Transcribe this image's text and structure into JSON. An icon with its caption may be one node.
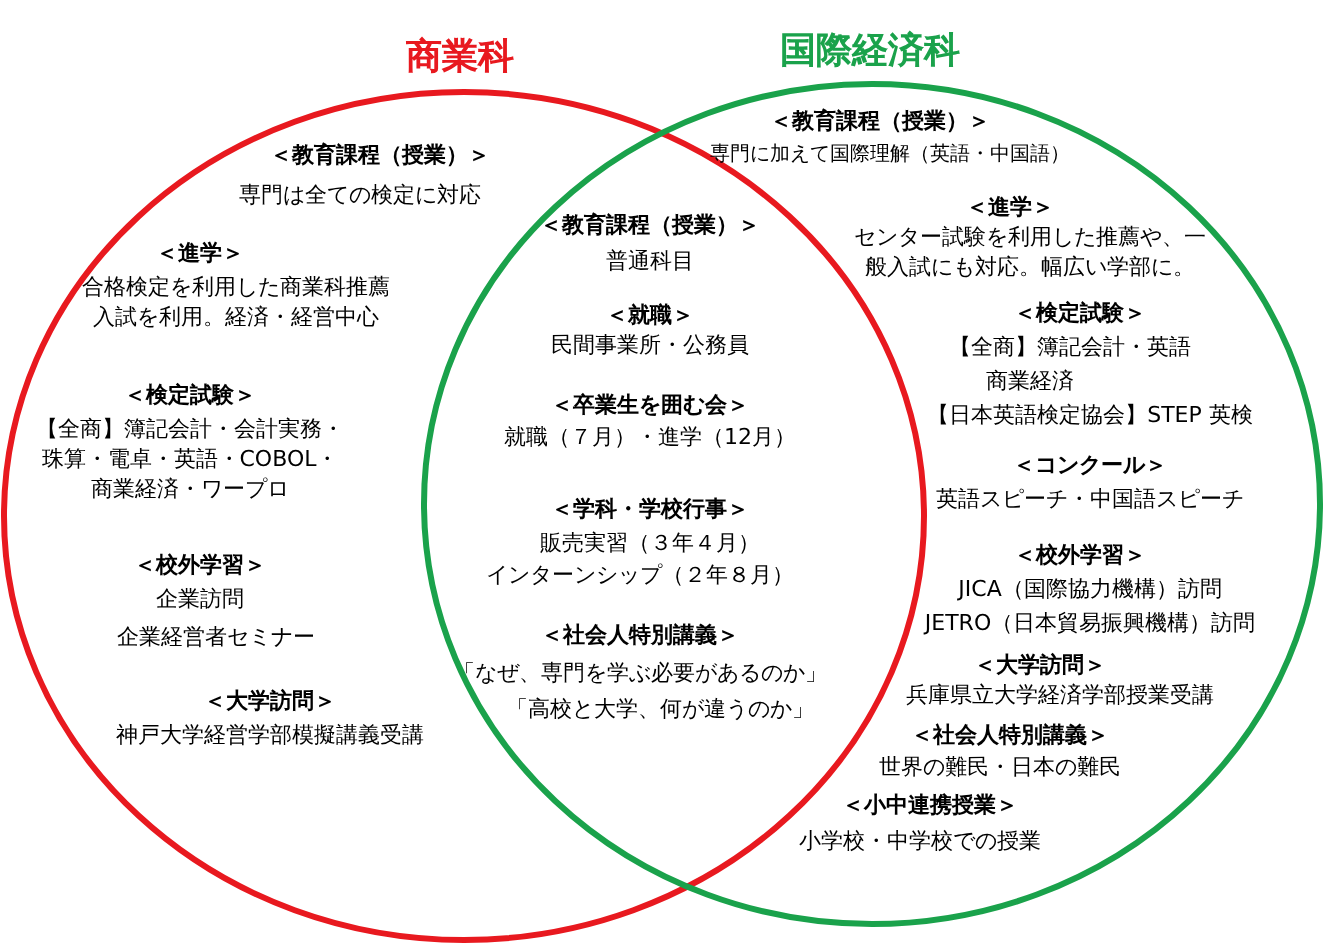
{
  "diagram": {
    "nodes": [
      {
        "text": [
          "商業科"
        ]
      },
      {
        "text": [
          "国際経済科"
        ]
      }
    ],
    "labels": [
      "＜教育課程（授業）＞",
      "専門は全ての検定に対応",
      "＜進学＞",
      "合格検定を利用した商業科推薦入試を利用。経済・経営中心",
      "＜検定試験＞",
      "【全商】簿記会計・会計実務・珠算・電卓・英語・COBOL・商業経済・ワープロ",
      "＜校外学習＞",
      "企業訪問",
      "企業経営者セミナー",
      "＜大学訪問＞",
      "神戸大学経営学部模擬講義受講",
      "＜教育課程（授業）＞",
      "普通科目",
      "＜就職＞",
      "民間事業所・公務員",
      "＜卒業生を囲む会＞",
      "就職（７月）・進学（12月）",
      "＜学科・学校行事＞",
      "販売実習（３年４月）",
      "インターンシップ（２年８月）",
      "＜社会人特別講義＞",
      "「なぜ、専門を学ぶ必要があるのか」",
      "「高校と大学、何が違うのか」",
      "＜教育課程（授業）＞",
      "専門に加えて国際理解（英語・中国語）",
      "＜進学＞",
      "センター試験を利用した推薦や、一般入試にも対応。幅広い学部に。",
      "＜検定試験＞",
      "【全商】簿記会計・英語",
      "商業経済",
      "【日本英語検定協会】STEP 英検",
      "＜コンクール＞",
      "英語スピーチ・中国語スピーチ",
      "＜校外学習＞",
      "JICA（国際協力機構）訪問",
      "JETRO（日本貿易振興機構）訪問",
      "＜大学訪問＞",
      "兵庫県立大学経済学部授業受講",
      "＜社会人特別講義＞",
      "世界の難民・日本の難民",
      "＜小中連携授業＞",
      "小学校・中学校での授業"
    ]
  }
}
